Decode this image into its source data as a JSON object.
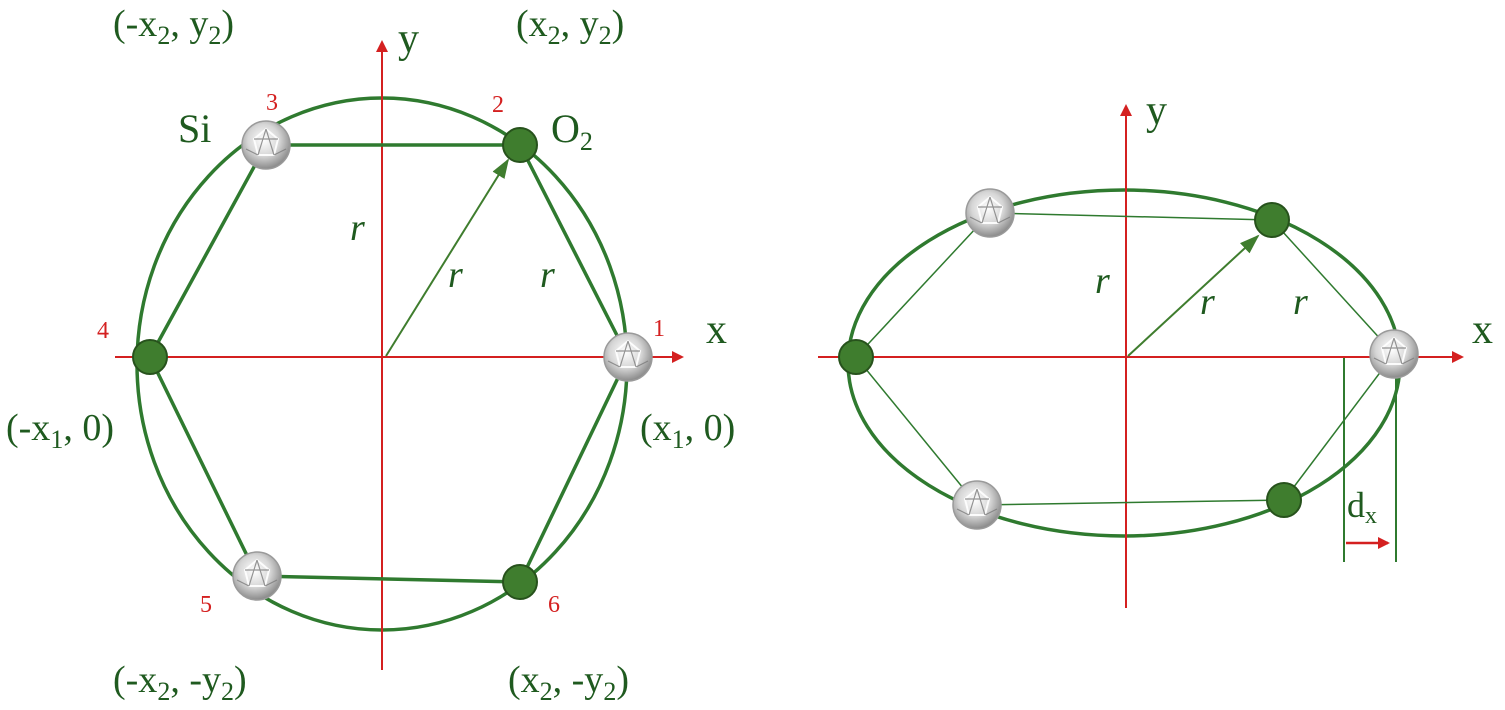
{
  "colors": {
    "axis": "#d42020",
    "bond": "#2f7a2f",
    "oxygen_fill": "#3f7d2e",
    "oxygen_stroke": "#27521c",
    "text": "#1f5a1f",
    "site_number": "#d42020"
  },
  "left": {
    "axis_x": "x",
    "axis_y": "y",
    "radius_label": "r",
    "species_si": "Si",
    "species_o": "O",
    "species_o_sub": "2",
    "sites": [
      {
        "num": "1",
        "species": "Si"
      },
      {
        "num": "2",
        "species": "O"
      },
      {
        "num": "3",
        "species": "Si"
      },
      {
        "num": "4",
        "species": "O"
      },
      {
        "num": "5",
        "species": "Si"
      },
      {
        "num": "6",
        "species": "O"
      }
    ],
    "coords": {
      "x2y2": {
        "open": "(x",
        "sub": "2",
        "mid": ", y",
        "sub2": "2",
        "close": ")"
      },
      "mx2y2": {
        "open": "(-x",
        "sub": "2",
        "mid": ", y",
        "sub2": "2",
        "close": ")"
      },
      "mx1": {
        "open": "(-x",
        "sub": "1",
        "close": ", 0)"
      },
      "x1": {
        "open": "(x",
        "sub": "1",
        "close": ", 0)"
      },
      "mx2my2": {
        "open": "(-x",
        "sub": "2",
        "mid": ", -y",
        "sub2": "2",
        "close": ")"
      },
      "x2my2": {
        "open": "(x",
        "sub": "2",
        "mid": ", -y",
        "sub2": "2",
        "close": ")"
      }
    }
  },
  "right": {
    "axis_x": "x",
    "axis_y": "y",
    "radius_label": "r",
    "displacement": {
      "base": "d",
      "sub": "x"
    }
  }
}
